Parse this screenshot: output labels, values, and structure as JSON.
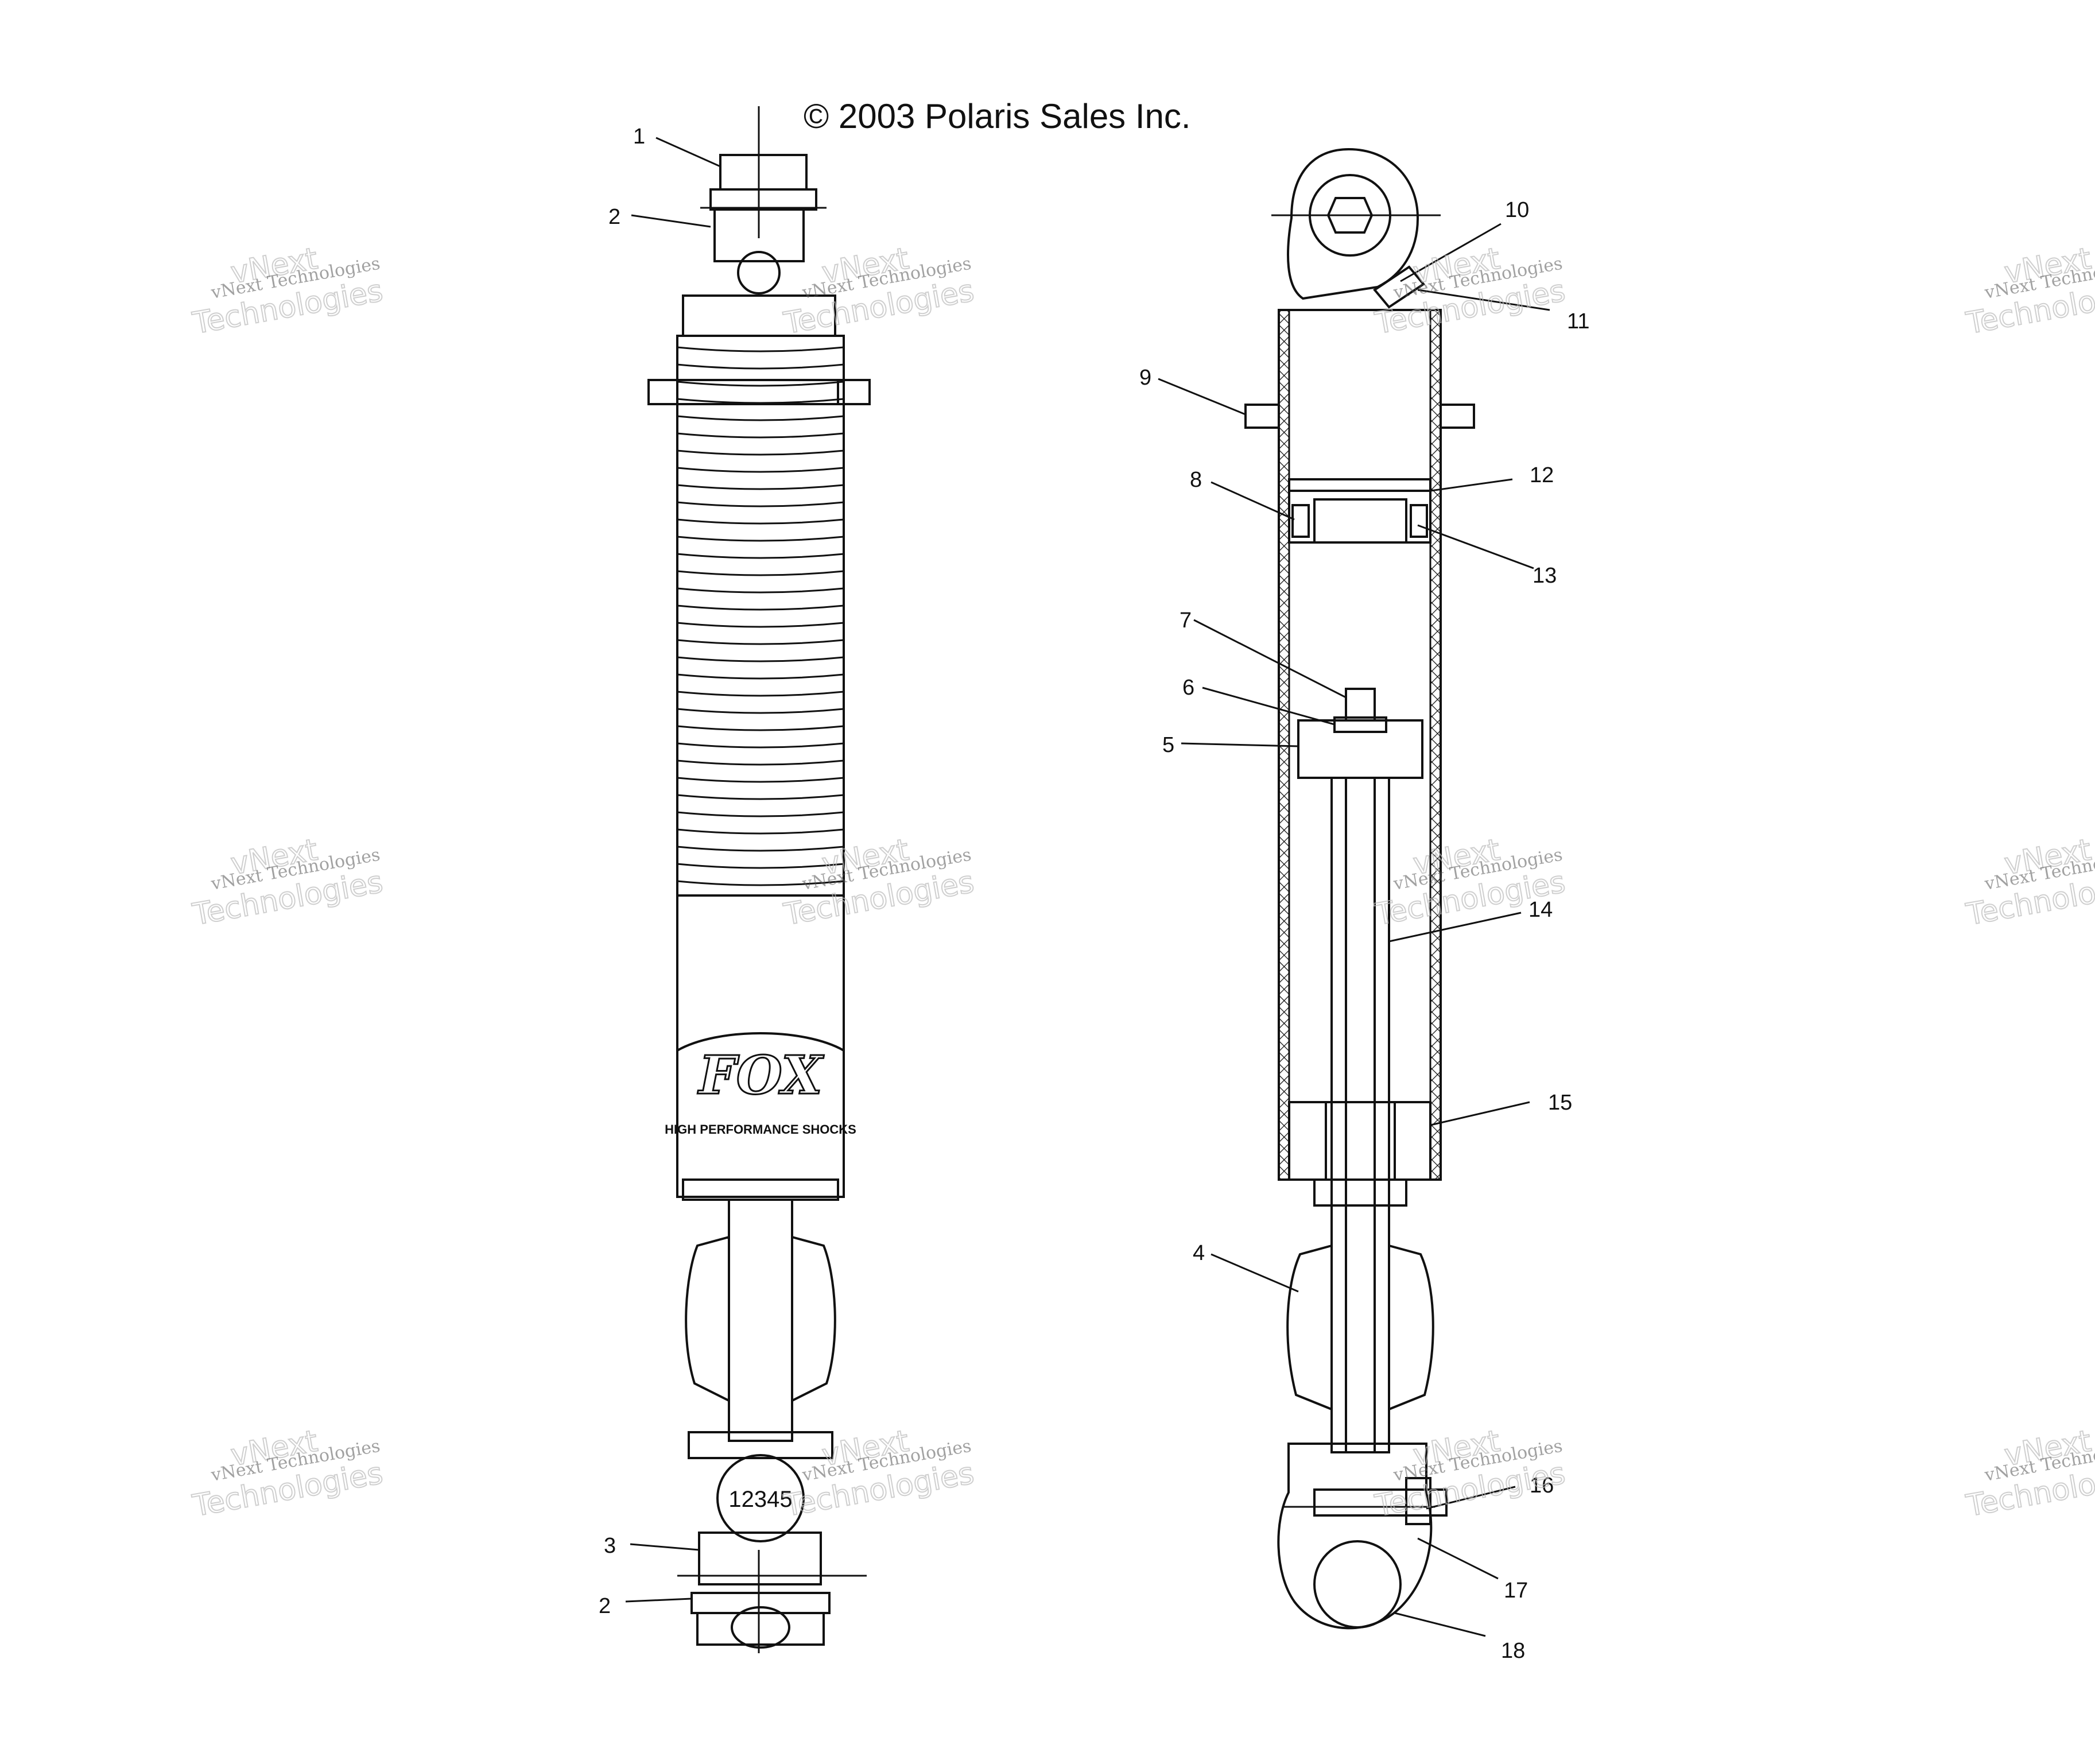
{
  "copyright": "© 2003 Polaris Sales Inc.",
  "watermark": {
    "line1": "vNext Technologies",
    "line2": "vNext",
    "line3": "Technologies"
  },
  "shock_badge": {
    "brand": "FOX",
    "tagline": "HIGH PERFORMANCE SHOCKS"
  },
  "adjuster_dial": "12345",
  "callouts": [
    {
      "id": "c1",
      "text": "1"
    },
    {
      "id": "c2a",
      "text": "2"
    },
    {
      "id": "c3",
      "text": "3"
    },
    {
      "id": "c2b",
      "text": "2"
    },
    {
      "id": "c10",
      "text": "10"
    },
    {
      "id": "c11",
      "text": "11"
    },
    {
      "id": "c9",
      "text": "9"
    },
    {
      "id": "c12",
      "text": "12"
    },
    {
      "id": "c8",
      "text": "8"
    },
    {
      "id": "c13",
      "text": "13"
    },
    {
      "id": "c7",
      "text": "7"
    },
    {
      "id": "c6",
      "text": "6"
    },
    {
      "id": "c5",
      "text": "5"
    },
    {
      "id": "c14",
      "text": "14"
    },
    {
      "id": "c15",
      "text": "15"
    },
    {
      "id": "c4",
      "text": "4"
    },
    {
      "id": "c16",
      "text": "16"
    },
    {
      "id": "c17",
      "text": "17"
    },
    {
      "id": "c18",
      "text": "18"
    }
  ]
}
